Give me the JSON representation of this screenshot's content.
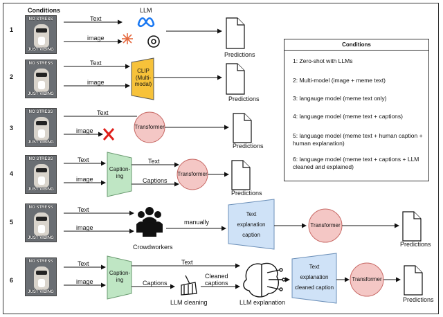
{
  "header": {
    "conditions_title": "Conditions"
  },
  "rows": [
    {
      "number": "1"
    },
    {
      "number": "2"
    },
    {
      "number": "3"
    },
    {
      "number": "4"
    },
    {
      "number": "5"
    },
    {
      "number": "6"
    }
  ],
  "meme": {
    "top_text": "NO STRESS",
    "bottom_text": "JUST VIBING"
  },
  "labels": {
    "text": "Text",
    "image": "image",
    "llm": "LLM",
    "predictions": "Predictions",
    "clip": "CLIP\n(Multi-\nmodal)",
    "transformer": "Transformer",
    "captioning": "Caption-\ning",
    "captions": "Captions",
    "crowdworkers": "Crowdworkers",
    "manually": "manually",
    "text_expl_caption": "Text\nexplanation\ncaption",
    "text_expl_cleaned": "Text\nexplanation\ncleaned caption",
    "cleaned_captions": "Cleaned\ncaptions",
    "llm_cleaning": "LLM cleaning",
    "llm_explanation": "LLM explanation"
  },
  "legend": {
    "title": "Conditions",
    "items": [
      "1: Zero-shot with LLMs",
      "2: Multi-model (image + meme text)",
      "3: langauge model (meme text only)",
      "4: language model (meme text + captions)",
      "5: language model (meme text + human caption + human explanation)",
      "6: language model (meme text + captions + LLM  cleaned and explained)"
    ]
  },
  "colors": {
    "clip": "#f7c23a",
    "captioning": "#bfe6c4",
    "transformer": "#f4c7c5",
    "explanation": "#cfe2f7",
    "cross": "#e0201b"
  }
}
